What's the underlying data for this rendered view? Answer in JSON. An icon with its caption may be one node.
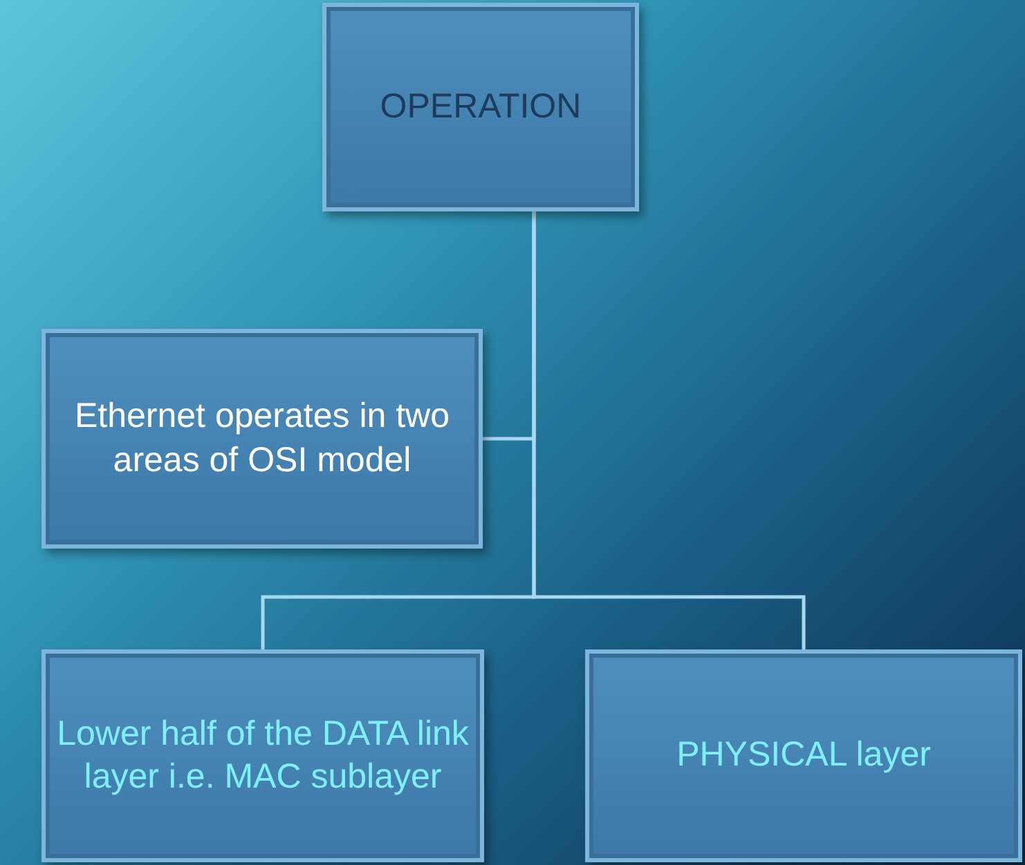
{
  "diagram": {
    "nodes": [
      {
        "text": [
          "OPERATION"
        ]
      },
      {
        "text": [
          "Ethernet operates in two areas of OSI model"
        ]
      },
      {
        "text": [
          "Lower half of the DATA link layer i.e. MAC sublayer"
        ]
      },
      {
        "text": [
          "PHYSICAL layer"
        ]
      }
    ],
    "edges": [
      {
        "from": 0,
        "to": 1,
        "arrow": "none"
      },
      {
        "from": 0,
        "to": 2,
        "arrow": "none"
      },
      {
        "from": 0,
        "to": 3,
        "arrow": "none"
      }
    ]
  }
}
